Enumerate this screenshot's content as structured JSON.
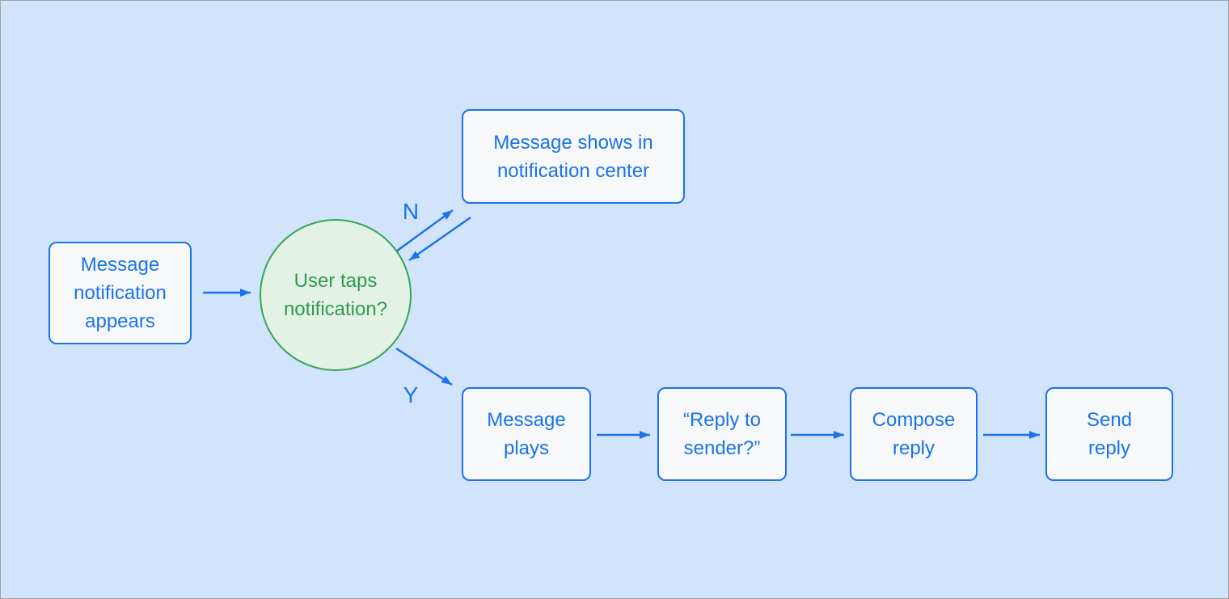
{
  "diagram": {
    "background": "#d2e3fc",
    "frame_border": "#a0a0a0",
    "colors": {
      "blue": "#1a73e8",
      "node_fill": "#f7f8fa",
      "green": "#34a853",
      "green_text": "#2e9b4e",
      "decision_fill": "#e4f2e6"
    },
    "nodes": {
      "start": {
        "label": "Message\nnotification\nappears"
      },
      "decision": {
        "label": "User taps\nnotification?"
      },
      "notification_center": {
        "label": "Message shows in\nnotification center"
      },
      "message_plays": {
        "label": "Message\nplays"
      },
      "reply_prompt": {
        "label": "“Reply to\nsender?”"
      },
      "compose_reply": {
        "label": "Compose\nreply"
      },
      "send_reply": {
        "label": "Send\nreply"
      }
    },
    "edges": [
      {
        "from": "start",
        "to": "decision",
        "label": ""
      },
      {
        "from": "decision",
        "to": "notification_center",
        "label": "N"
      },
      {
        "from": "notification_center",
        "to": "decision",
        "label": ""
      },
      {
        "from": "decision",
        "to": "message_plays",
        "label": "Y"
      },
      {
        "from": "message_plays",
        "to": "reply_prompt",
        "label": ""
      },
      {
        "from": "reply_prompt",
        "to": "compose_reply",
        "label": ""
      },
      {
        "from": "compose_reply",
        "to": "send_reply",
        "label": ""
      }
    ]
  }
}
